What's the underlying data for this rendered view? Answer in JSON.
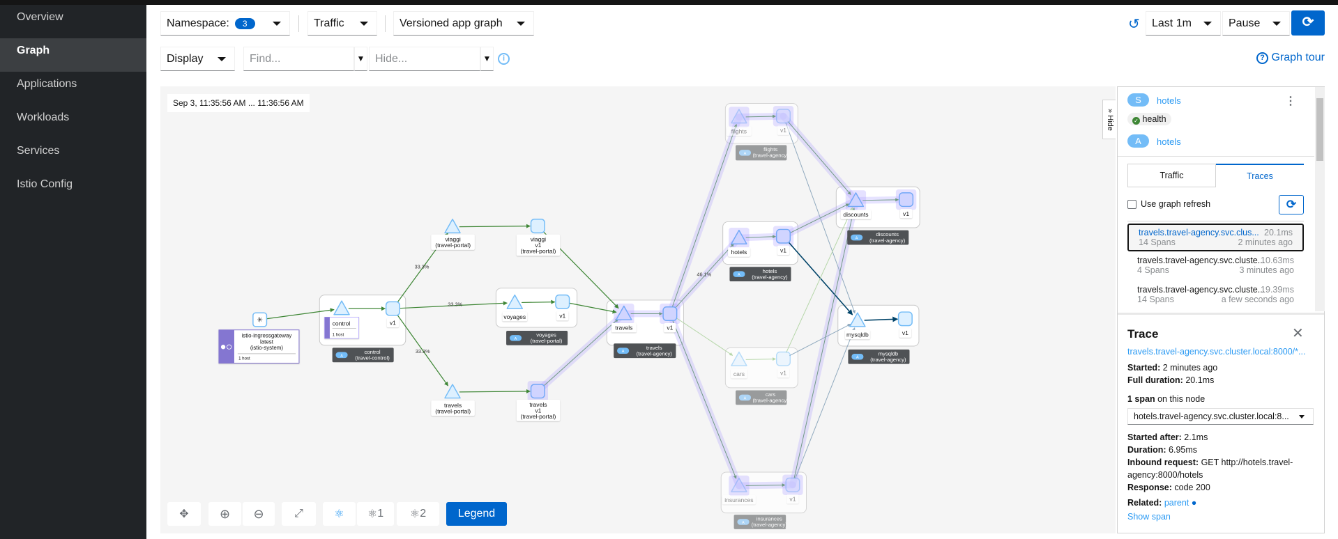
{
  "sidebar": {
    "items": [
      {
        "label": "Overview"
      },
      {
        "label": "Graph",
        "active": true
      },
      {
        "label": "Applications"
      },
      {
        "label": "Workloads"
      },
      {
        "label": "Services"
      },
      {
        "label": "Istio Config"
      }
    ]
  },
  "toolbar": {
    "namespace_label": "Namespace:",
    "namespace_count": "3",
    "traffic_label": "Traffic",
    "graph_type": "Versioned app graph",
    "display_label": "Display",
    "find_placeholder": "Find...",
    "hide_placeholder": "Hide...",
    "time_range": "Last 1m",
    "refresh_interval": "Pause",
    "graph_tour": "Graph tour"
  },
  "graph": {
    "timestamp": "Sep 3, 11:35:56 AM ... 11:36:56 AM",
    "gateway": {
      "name": "istio-ingressgateway",
      "version": "latest",
      "namespace": "(istio-system)",
      "hosts": "1 host"
    },
    "boxes": [
      {
        "app": "control",
        "namespace": "(travel-control)",
        "service": "control",
        "version": "v1",
        "badge": "A",
        "hosts": "1 host"
      },
      {
        "app": "voyages",
        "namespace": "(travel-portal)",
        "service": "voyages",
        "version": "v1",
        "badge": "A"
      },
      {
        "app": "travels",
        "namespace": "(travel-agency)",
        "service": "travels",
        "version": "v1",
        "badge": "A"
      },
      {
        "app": "flights",
        "namespace": "(travel-agency)",
        "service": "flights",
        "version": "v1",
        "badge": "A"
      },
      {
        "app": "hotels",
        "namespace": "(travel-agency)",
        "service": "hotels",
        "version": "v1",
        "badge": "A"
      },
      {
        "app": "discounts",
        "namespace": "(travel-agency)",
        "service": "discounts",
        "version": "v1",
        "badge": "A"
      },
      {
        "app": "mysqldb",
        "namespace": "(travel-agency)",
        "service": "mysqldb",
        "version": "v1",
        "badge": "A"
      },
      {
        "app": "cars",
        "namespace": "(travel-agency)",
        "service": "cars",
        "version": "v1",
        "badge": "A"
      },
      {
        "app": "insurances",
        "namespace": "(travel-agency)",
        "service": "insurances",
        "version": "v1",
        "badge": "A"
      }
    ],
    "portal_nodes": [
      {
        "lines": [
          "viaggi",
          "(travel-portal)"
        ]
      },
      {
        "lines": [
          "viaggi",
          "v1",
          "(travel-portal)"
        ]
      },
      {
        "lines": [
          "travels",
          "(travel-portal)"
        ]
      },
      {
        "lines": [
          "travels",
          "v1",
          "(travel-portal)"
        ]
      }
    ],
    "edge_labels": [
      "33.3%",
      "33.3%",
      "33.3%",
      "46.1%"
    ],
    "colors": {
      "healthy_edge": "#3e8635",
      "selected_edge": "#004368",
      "highlight": "#a99cff"
    }
  },
  "graph_controls": {
    "layout1": "1",
    "layout2": "2",
    "legend": "Legend"
  },
  "side_panel": {
    "hide_label": "Hide",
    "service_badge": "S",
    "service_name": "hotels",
    "health_label": "health",
    "app_badge": "A",
    "app_name": "hotels",
    "tabs": [
      {
        "label": "Traffic"
      },
      {
        "label": "Traces",
        "active": true
      }
    ],
    "use_graph_refresh": "Use graph refresh",
    "use_graph_refresh_checked": false,
    "traces": [
      {
        "name": "travels.travel-agency.svc.clus...",
        "duration": "20.1ms",
        "spans": "14 Spans",
        "when": "2 minutes ago",
        "selected": true
      },
      {
        "name": "travels.travel-agency.svc.cluste...",
        "duration": "10.63ms",
        "spans": "4 Spans",
        "when": "3 minutes ago"
      },
      {
        "name": "travels.travel-agency.svc.cluste...",
        "duration": "19.39ms",
        "spans": "14 Spans",
        "when": "a few seconds ago"
      }
    ],
    "trace": {
      "title": "Trace",
      "link": "travels.travel-agency.svc.cluster.local:8000/*...",
      "started_label": "Started:",
      "started": "2 minutes ago",
      "full_duration_label": "Full duration:",
      "full_duration": "20.1ms",
      "span_count": "1 span",
      "span_suffix": "on this node",
      "span_select": "hotels.travel-agency.svc.cluster.local:8...",
      "started_after_label": "Started after:",
      "started_after": "2.1ms",
      "duration_label": "Duration:",
      "duration": "6.95ms",
      "inbound_label": "Inbound request:",
      "inbound_line1": "GET http://hotels.travel-",
      "inbound_line2": "agency:8000/hotels",
      "response_label": "Response:",
      "response": "code 200",
      "related_label": "Related:",
      "related": "parent",
      "show_span": "Show span"
    }
  }
}
